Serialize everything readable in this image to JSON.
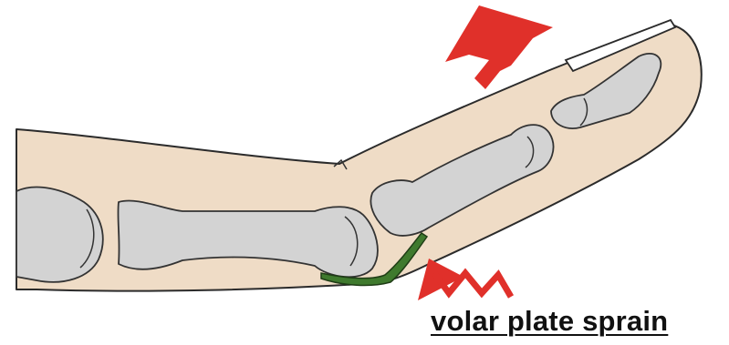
{
  "caption": {
    "text": "volar plate sprain"
  },
  "colors": {
    "skin": "#efdcc6",
    "bone": "#d3d3d3",
    "volar_plate": "#3f7a2e",
    "arrow": "#e0302a",
    "outline": "#2b2b2b"
  },
  "icons": {
    "force_arrow": "up-right-arrow",
    "impact_arrow": "zigzag-arrow"
  }
}
